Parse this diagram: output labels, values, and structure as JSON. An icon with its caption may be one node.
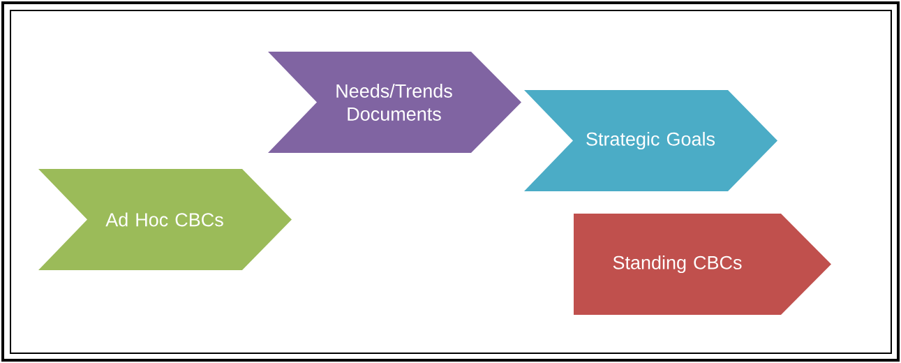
{
  "diagram": {
    "nodes": [
      {
        "text": [
          "Ad Hoc CBCs"
        ]
      },
      {
        "text": [
          "Needs/Trends Documents"
        ]
      },
      {
        "text": [
          "Strategic Goals"
        ]
      },
      {
        "text": [
          "Standing CBCs"
        ]
      }
    ]
  }
}
